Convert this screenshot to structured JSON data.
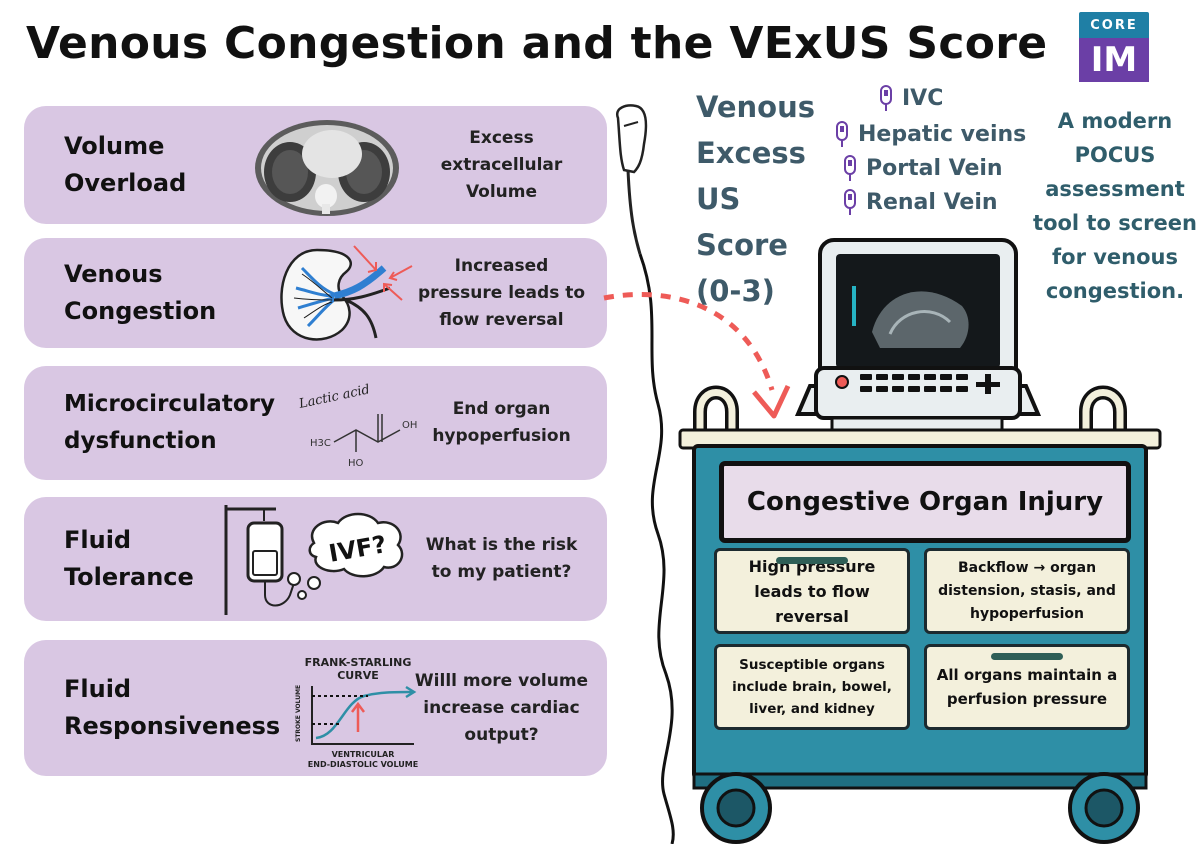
{
  "title": "Venous Congestion and the VExUS Score",
  "logo": {
    "top": "CORE",
    "bottom": "IM"
  },
  "cards": [
    {
      "label": "Volume\nOverload",
      "desc": "Excess extracellular Volume"
    },
    {
      "label": "Venous\nCongestion",
      "desc": "Increased pressure leads to flow reversal"
    },
    {
      "label": "Microcirculatory\ndysfunction",
      "desc": "End organ hypoperfusion"
    },
    {
      "label": "Fluid\nTolerance",
      "desc": "What is the risk to my patient?"
    },
    {
      "label": "Fluid\nResponsiveness",
      "desc": "Willl more volume increase cardiac output?"
    }
  ],
  "illustrations": {
    "lactic_acid": {
      "name": "Lactic acid",
      "oh": "OH",
      "ch3": "H3C",
      "ho": "HO"
    },
    "iv_bubble": "IVF?",
    "frank_starling": {
      "title": "FRANK-STARLING",
      "subtitle": "CURVE",
      "ylabel": "STROKE VOLUME",
      "xlabel1": "VENTRICULAR",
      "xlabel2": "END-DIASTOLIC VOLUME"
    }
  },
  "vexus": {
    "lines": [
      "Venous",
      "Excess",
      "US",
      "Score",
      "(0-3)"
    ]
  },
  "veins": [
    "IVC",
    "Hepatic veins",
    "Portal Vein",
    "Renal Vein"
  ],
  "modern": "A modern POCUS assessment tool to screen for venous congestion.",
  "cart": {
    "title": "Congestive Organ Injury",
    "drawers": [
      "High pressure leads to flow reversal",
      "Backflow → organ distension, stasis, and hypoperfusion",
      "Susceptible organs include brain, bowel, liver, and kidney",
      "All organs maintain a perfusion pressure"
    ]
  },
  "colors": {
    "card_bg": "#d9c7e3",
    "text_teal": "#3e5a69",
    "cart_teal": "#2e8fa6",
    "drawer_bg": "#f3f0dc",
    "arrow_red": "#ee5b57",
    "logo_blue": "#1f7fa5",
    "logo_purple": "#6b3fa6"
  },
  "icons": [
    "ct-scan-icon",
    "kidney-icon",
    "lactic-acid-icon",
    "iv-bag-icon",
    "frank-starling-curve-icon",
    "ultrasound-probe-icon",
    "ultrasound-cart-icon"
  ]
}
